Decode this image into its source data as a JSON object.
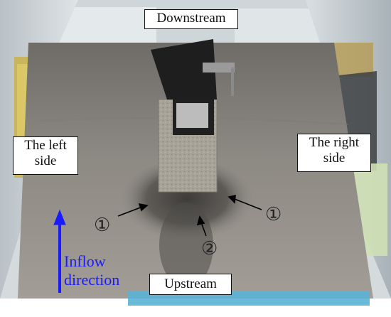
{
  "labels": {
    "downstream": "Downstream",
    "left_side": "The left side",
    "right_side": "The right side",
    "upstream": "Upstream",
    "inflow_line1": "Inflow",
    "inflow_line2": "direction"
  },
  "markers": {
    "scour_left": "①",
    "scour_right": "①",
    "scour_front": "②"
  },
  "colors": {
    "sand": "#8f8a84",
    "flume_wall": "#c9d0d4",
    "pier": "#a9a59c",
    "arrow_blue": "#1a1aff",
    "arrow_black": "#000000"
  }
}
